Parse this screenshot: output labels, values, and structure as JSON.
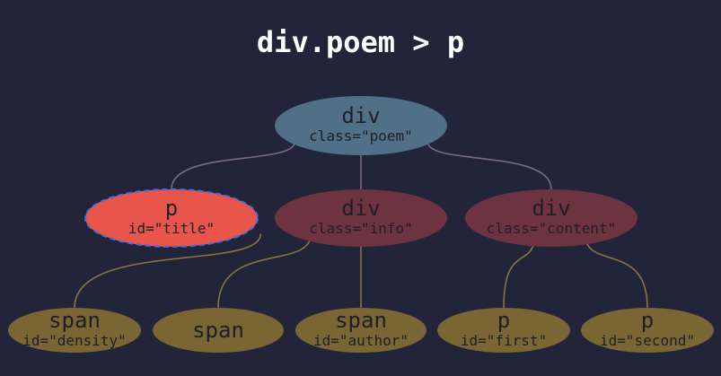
{
  "title": "div.poem > p",
  "colors": {
    "background": "#22253a",
    "root_fill": "#4f7087",
    "selected_fill": "#e8554a",
    "selected_outline": "#3f6fe8",
    "level1_fill": "#6e3340",
    "level2_fill": "#7a6633",
    "text_dark": "#1e1e28",
    "edge_root": "#7a6a80",
    "edge_level2": "#8a7440"
  },
  "nodes": [
    {
      "id": "root",
      "tag": "div",
      "attr": "class=\"poem\"",
      "level": 0,
      "selected": false
    },
    {
      "id": "title",
      "tag": "p",
      "attr": "id=\"title\"",
      "level": 1,
      "selected": true,
      "parent": "root"
    },
    {
      "id": "info",
      "tag": "div",
      "attr": "class=\"info\"",
      "level": 1,
      "selected": false,
      "parent": "root"
    },
    {
      "id": "content",
      "tag": "div",
      "attr": "class=\"content\"",
      "level": 1,
      "selected": false,
      "parent": "root"
    },
    {
      "id": "density",
      "tag": "span",
      "attr": "id=\"density\"",
      "level": 2,
      "selected": false,
      "parent": "info"
    },
    {
      "id": "span2",
      "tag": "span",
      "attr": "",
      "level": 2,
      "selected": false,
      "parent": "info"
    },
    {
      "id": "author",
      "tag": "span",
      "attr": "id=\"author\"",
      "level": 2,
      "selected": false,
      "parent": "info"
    },
    {
      "id": "first",
      "tag": "p",
      "attr": "id=\"first\"",
      "level": 2,
      "selected": false,
      "parent": "content"
    },
    {
      "id": "second",
      "tag": "p",
      "attr": "id=\"second\"",
      "level": 2,
      "selected": false,
      "parent": "content"
    }
  ]
}
